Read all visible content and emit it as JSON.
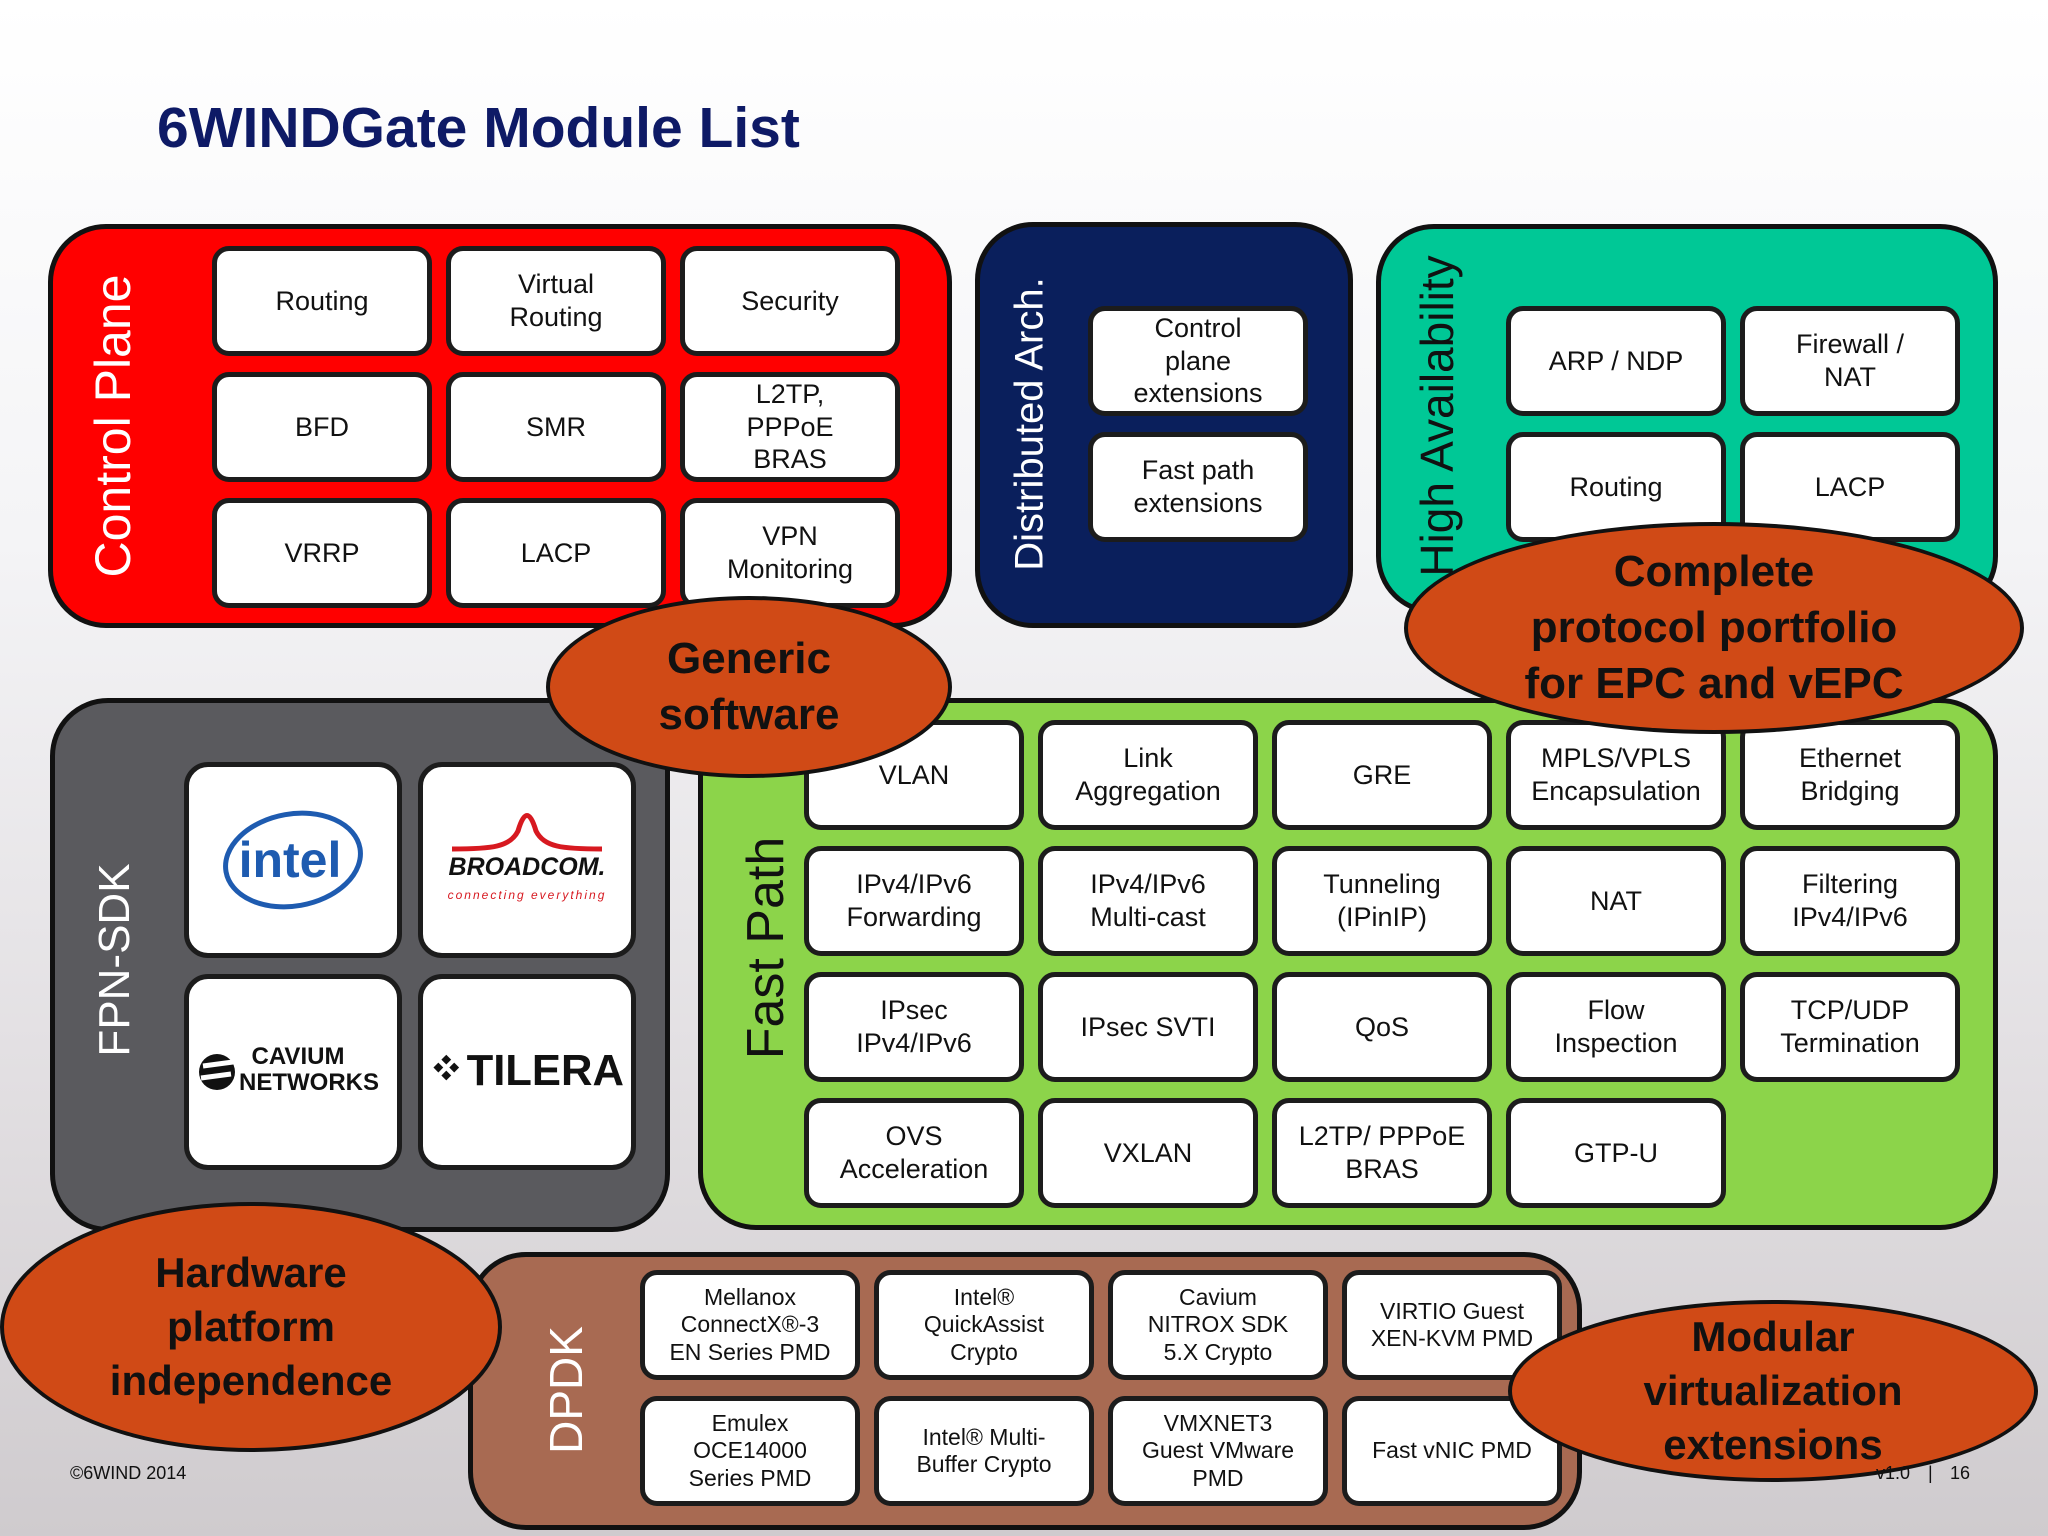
{
  "title": "6WINDGate Module List",
  "sections": {
    "control_plane": {
      "label": "Control Plane",
      "modules": [
        "Routing",
        "Virtual\nRouting",
        "Security",
        "BFD",
        "SMR",
        "L2TP,\nPPPoE\nBRAS",
        "VRRP",
        "LACP",
        "VPN\nMonitoring"
      ]
    },
    "distributed_arch": {
      "label": "Distributed Arch.",
      "modules": [
        "Control\nplane\nextensions",
        "Fast path\nextensions"
      ]
    },
    "high_availability": {
      "label": "High Availability",
      "modules": [
        "ARP / NDP",
        "Firewall /\nNAT",
        "Routing",
        "LACP"
      ]
    },
    "fpn_sdk": {
      "label": "FPN-SDK",
      "logos": [
        "intel",
        "BROADCOM.",
        "CAVIUM NETWORKS",
        "TILERA"
      ],
      "broadcom_tagline": "connecting everything"
    },
    "fast_path": {
      "label": "Fast Path",
      "modules": [
        "VLAN",
        "Link\nAggregation",
        "GRE",
        "MPLS/VPLS\nEncapsulation",
        "Ethernet\nBridging",
        "IPv4/IPv6\nForwarding",
        "IPv4/IPv6\nMulti-cast",
        "Tunneling\n(IPinIP)",
        "NAT",
        "Filtering\nIPv4/IPv6",
        "IPsec\nIPv4/IPv6",
        "IPsec SVTI",
        "QoS",
        "Flow\nInspection",
        "TCP/UDP\nTermination",
        "OVS\nAcceleration",
        "VXLAN",
        "L2TP/ PPPoE\nBRAS",
        "GTP-U"
      ]
    },
    "dpdk": {
      "label": "DPDK",
      "modules": [
        "Mellanox\nConnectX®-3\nEN Series PMD",
        "Intel®\nQuickAssist\nCrypto",
        "Cavium\nNITROX SDK\n5.X Crypto",
        "VIRTIO Guest\nXEN-KVM PMD",
        "Emulex\nOCE14000\nSeries PMD",
        "Intel® Multi-\nBuffer Crypto",
        "VMXNET3\nGuest VMware\nPMD",
        "Fast vNIC PMD"
      ]
    }
  },
  "callouts": {
    "generic": "Generic\nsoftware",
    "protocol": "Complete\nprotocol portfolio\nfor EPC and vEPC",
    "hardware": "Hardware\nplatform\nindependence",
    "virtualization": "Modular\nvirtualization\nextensions"
  },
  "footer": {
    "copyright": "©6WIND 2014",
    "version": "v1.0",
    "separator": "|",
    "page": "16"
  },
  "colors": {
    "control_plane": "#ff0000",
    "distributed_arch": "#0a1f5c",
    "high_availability": "#00c896",
    "fpn_sdk": "#5a5a5e",
    "fast_path": "#8cd44a",
    "dpdk": "#a86a52",
    "callout": "#d04a16",
    "title": "#0e1a66"
  }
}
